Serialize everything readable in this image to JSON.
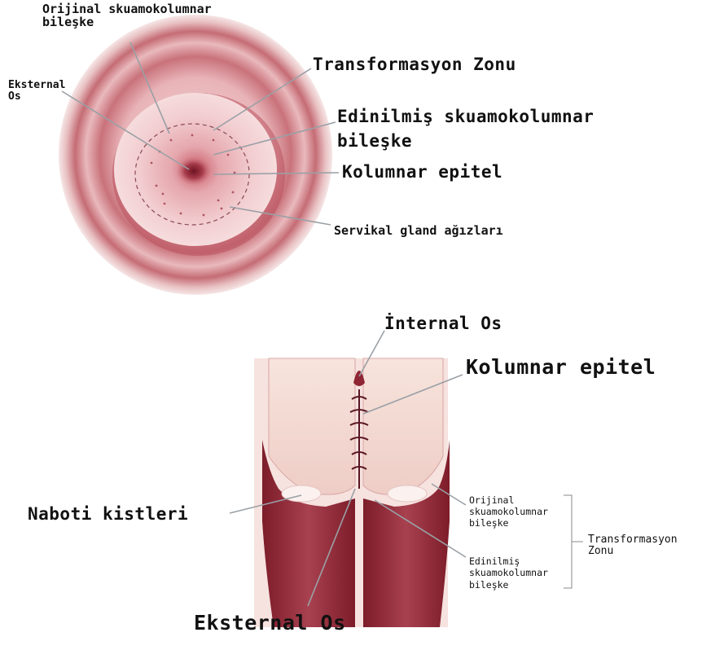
{
  "top_view": {
    "labels": {
      "original_scj": "Orijinal skuamokolumnar\nbileşke",
      "external_os": "Eksternal\nOs",
      "transformation_zone": "Transformasyon Zonu",
      "acquired_scj": "Edinilmiş skuamokolumnar\nbileşke",
      "columnar_epithelium": "Kolumnar epitel",
      "gland_openings": "Servikal gland ağızları"
    }
  },
  "section_view": {
    "labels": {
      "internal_os": "İnternal Os",
      "columnar_epithelium": "Kolumnar epitel",
      "nabothian_cysts": "Naboti kistleri",
      "original_scj": "Orijinal\nskuamokolumnar\nbileşke",
      "acquired_scj": "Edinilmiş\nskuamokolumnar\nbileşke",
      "transformation_zone": "Transformasyon\nZonu",
      "external_os": "Eksternal Os"
    }
  },
  "colors": {
    "tissue_light": "#f3d6d6",
    "tissue_mid": "#d48a92",
    "tissue_dark": "#8f2533",
    "leader_line": "#9aa0a6"
  }
}
